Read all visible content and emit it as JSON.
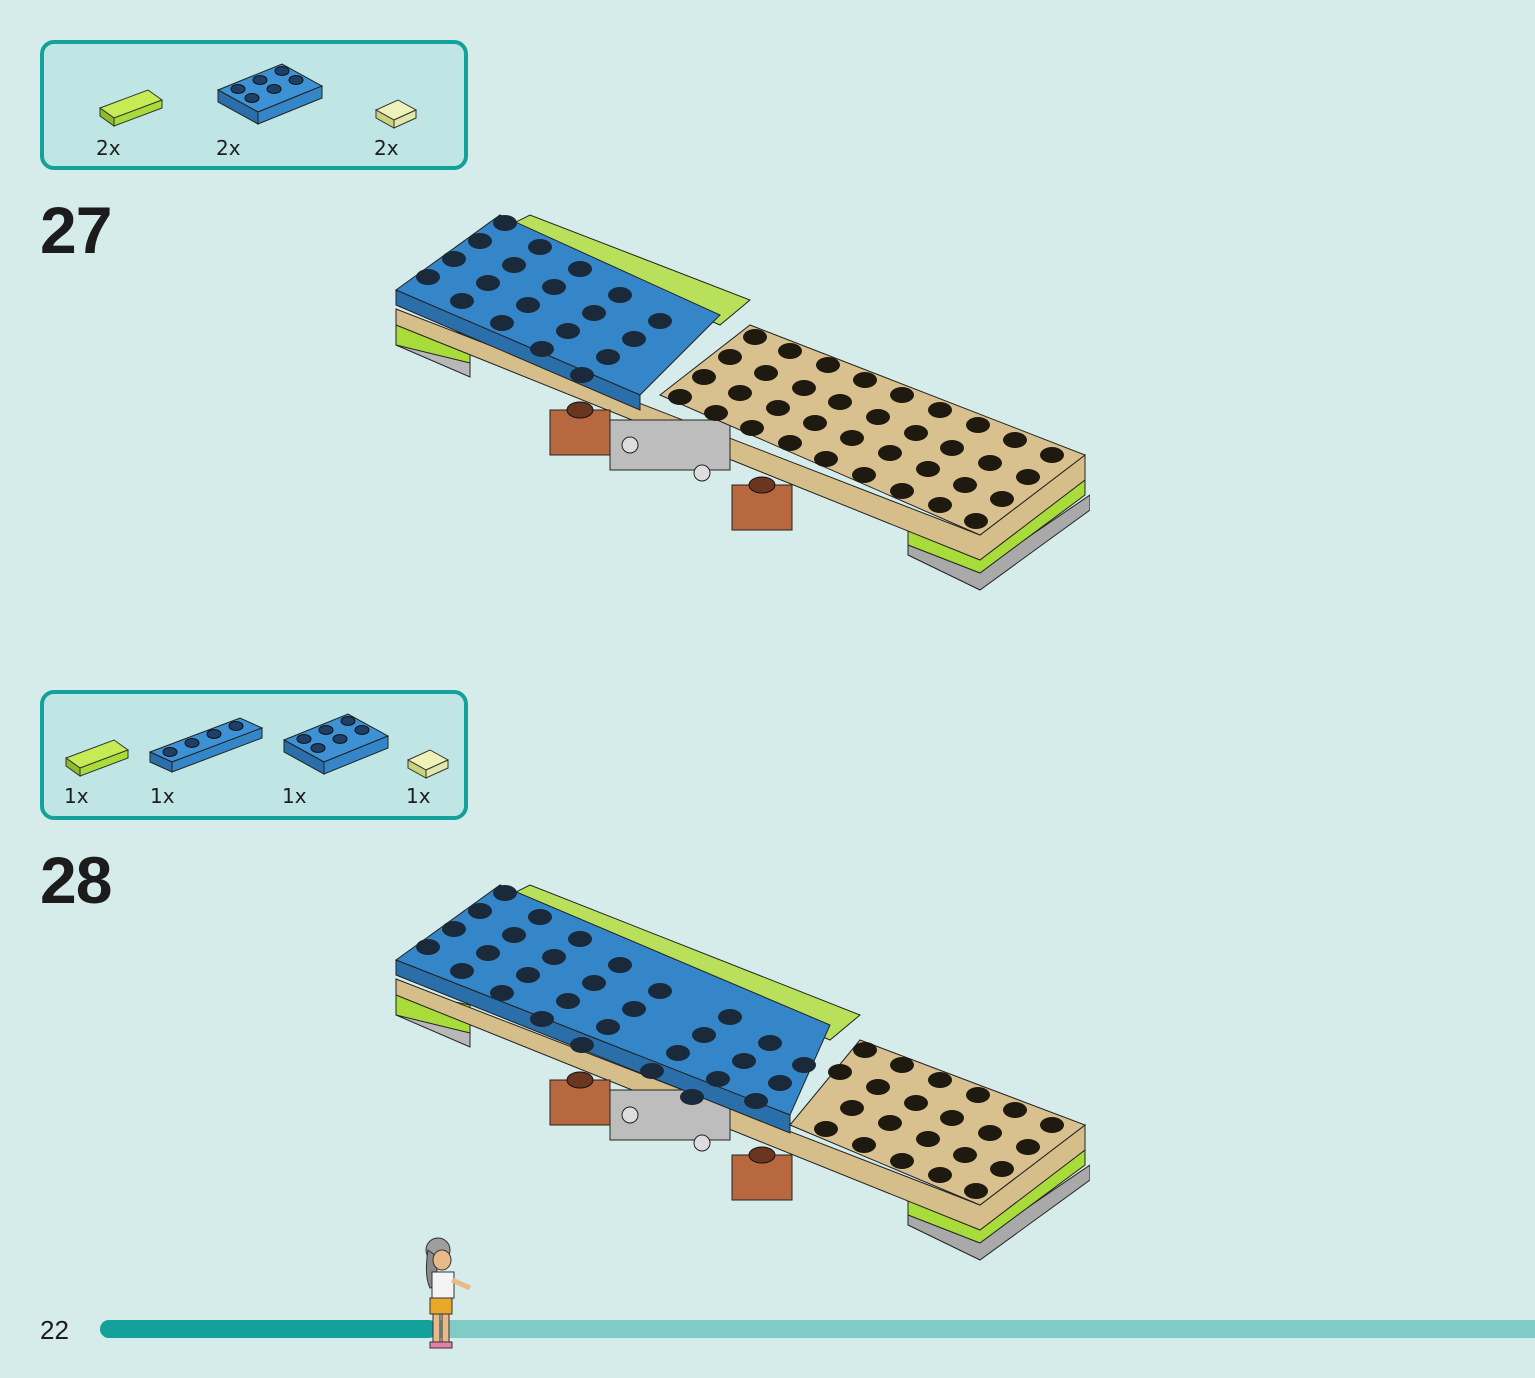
{
  "steps": [
    {
      "number": "27",
      "parts": [
        {
          "name": "lime-tile-1x2",
          "qty": "2x",
          "color": "#a8dc3a"
        },
        {
          "name": "blue-plate-2x3",
          "qty": "2x",
          "color": "#3486c8"
        },
        {
          "name": "yellowish-tile-1x1",
          "qty": "2x",
          "color": "#dfe8a6"
        }
      ]
    },
    {
      "number": "28",
      "parts": [
        {
          "name": "lime-tile-1x2",
          "qty": "1x",
          "color": "#a8dc3a"
        },
        {
          "name": "blue-plate-1x4",
          "qty": "1x",
          "color": "#3486c8"
        },
        {
          "name": "blue-plate-2x3",
          "qty": "1x",
          "color": "#3486c8"
        },
        {
          "name": "yellowish-tile-1x1",
          "qty": "1x",
          "color": "#dfe8a6"
        }
      ]
    }
  ],
  "page": {
    "number": "22",
    "progress": 0.235
  },
  "colors": {
    "accent": "#14a09b",
    "background": "#d5ecea",
    "blue": "#3486c8",
    "tan": "#d6be8a",
    "lime": "#a8dc3a",
    "brown": "#b8683f",
    "gray": "#a9a9a9"
  }
}
